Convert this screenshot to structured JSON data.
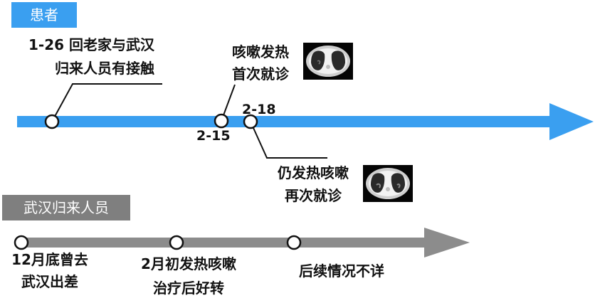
{
  "patient": {
    "tag": "患者",
    "events": [
      {
        "date": "1-26",
        "line1": "回老家与武汉",
        "line2": "归来人员有接触"
      },
      {
        "date": "2-15",
        "line1": "咳嗽发热",
        "line2": "首次就诊",
        "ct_icon": "ct-scan-icon"
      },
      {
        "date": "2-18",
        "line1": "仍发热咳嗽",
        "line2": "再次就诊",
        "ct_icon": "ct-scan-icon"
      }
    ]
  },
  "wuhan_returnee": {
    "tag": "武汉归来人员",
    "events": [
      {
        "line1": "12月底曾去",
        "line2": "武汉出差"
      },
      {
        "line1": "2月初发热咳嗽",
        "line2": "治疗后好转"
      },
      {
        "line1": "后续情况不详"
      }
    ]
  },
  "colors": {
    "patient_axis": "#3a9ff0",
    "wuhan_axis": "#8c8c8c"
  }
}
